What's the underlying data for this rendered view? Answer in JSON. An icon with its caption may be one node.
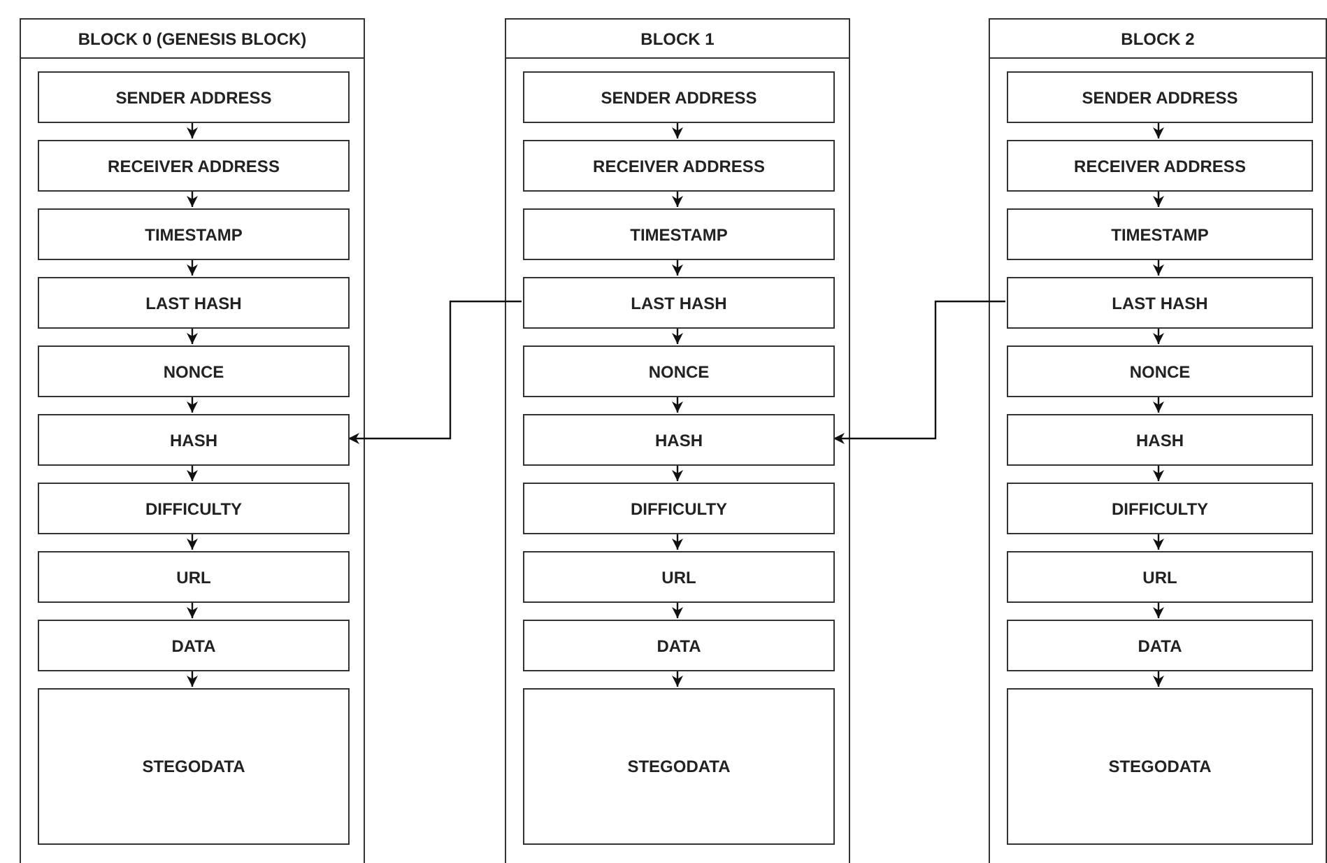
{
  "diagram": {
    "nodes": [
      {
        "text": [
          "BLOCK 0 (GENESIS BLOCK)"
        ]
      },
      {
        "text": [
          "SENDER ADDRESS"
        ],
        "in": 0
      },
      {
        "text": [
          "RECEIVER ADDRESS"
        ],
        "in": 0
      },
      {
        "text": [
          "TIMESTAMP"
        ],
        "in": 0
      },
      {
        "text": [
          "LAST HASH"
        ],
        "in": 0
      },
      {
        "text": [
          "NONCE"
        ],
        "in": 0
      },
      {
        "text": [
          "HASH"
        ],
        "in": 0
      },
      {
        "text": [
          "DIFFICULTY"
        ],
        "in": 0
      },
      {
        "text": [
          "URL"
        ],
        "in": 0
      },
      {
        "text": [
          "DATA"
        ],
        "in": 0
      },
      {
        "text": [
          "STEGODATA"
        ],
        "in": 0
      },
      {
        "text": [
          "BLOCK 1"
        ]
      },
      {
        "text": [
          "SENDER ADDRESS"
        ],
        "in": 11
      },
      {
        "text": [
          "RECEIVER ADDRESS"
        ],
        "in": 11
      },
      {
        "text": [
          "TIMESTAMP"
        ],
        "in": 11
      },
      {
        "text": [
          "LAST HASH"
        ],
        "in": 11
      },
      {
        "text": [
          "NONCE"
        ],
        "in": 11
      },
      {
        "text": [
          "HASH"
        ],
        "in": 11
      },
      {
        "text": [
          "DIFFICULTY"
        ],
        "in": 11
      },
      {
        "text": [
          "URL"
        ],
        "in": 11
      },
      {
        "text": [
          "DATA"
        ],
        "in": 11
      },
      {
        "text": [
          "STEGODATA"
        ],
        "in": 11
      },
      {
        "text": [
          "BLOCK 2"
        ]
      },
      {
        "text": [
          "SENDER ADDRESS"
        ],
        "in": 22
      },
      {
        "text": [
          "RECEIVER ADDRESS"
        ],
        "in": 22
      },
      {
        "text": [
          "TIMESTAMP"
        ],
        "in": 22
      },
      {
        "text": [
          "LAST HASH"
        ],
        "in": 22
      },
      {
        "text": [
          "NONCE"
        ],
        "in": 22
      },
      {
        "text": [
          "HASH"
        ],
        "in": 22
      },
      {
        "text": [
          "DIFFICULTY"
        ],
        "in": 22
      },
      {
        "text": [
          "URL"
        ],
        "in": 22
      },
      {
        "text": [
          "DATA"
        ],
        "in": 22
      },
      {
        "text": [
          "STEGODATA"
        ],
        "in": 22
      }
    ],
    "edges": [
      {
        "from": 1,
        "to": 2,
        "arrow": "to"
      },
      {
        "from": 2,
        "to": 3,
        "arrow": "to"
      },
      {
        "from": 3,
        "to": 4,
        "arrow": "to"
      },
      {
        "from": 4,
        "to": 5,
        "arrow": "to"
      },
      {
        "from": 5,
        "to": 6,
        "arrow": "to"
      },
      {
        "from": 6,
        "to": 7,
        "arrow": "to"
      },
      {
        "from": 7,
        "to": 8,
        "arrow": "to"
      },
      {
        "from": 8,
        "to": 9,
        "arrow": "to"
      },
      {
        "from": 9,
        "to": 10,
        "arrow": "to"
      },
      {
        "from": 12,
        "to": 13,
        "arrow": "to"
      },
      {
        "from": 13,
        "to": 14,
        "arrow": "to"
      },
      {
        "from": 14,
        "to": 15,
        "arrow": "to"
      },
      {
        "from": 15,
        "to": 16,
        "arrow": "to"
      },
      {
        "from": 16,
        "to": 17,
        "arrow": "to"
      },
      {
        "from": 17,
        "to": 18,
        "arrow": "to"
      },
      {
        "from": 18,
        "to": 19,
        "arrow": "to"
      },
      {
        "from": 19,
        "to": 20,
        "arrow": "to"
      },
      {
        "from": 20,
        "to": 21,
        "arrow": "to"
      },
      {
        "from": 23,
        "to": 24,
        "arrow": "to"
      },
      {
        "from": 24,
        "to": 25,
        "arrow": "to"
      },
      {
        "from": 25,
        "to": 26,
        "arrow": "to"
      },
      {
        "from": 26,
        "to": 27,
        "arrow": "to"
      },
      {
        "from": 27,
        "to": 28,
        "arrow": "to"
      },
      {
        "from": 28,
        "to": 29,
        "arrow": "to"
      },
      {
        "from": 29,
        "to": 30,
        "arrow": "to"
      },
      {
        "from": 30,
        "to": 31,
        "arrow": "to"
      },
      {
        "from": 31,
        "to": 32,
        "arrow": "to"
      },
      {
        "from": 15,
        "to": 6,
        "arrow": "to"
      },
      {
        "from": 26,
        "to": 17,
        "arrow": "to"
      }
    ]
  }
}
